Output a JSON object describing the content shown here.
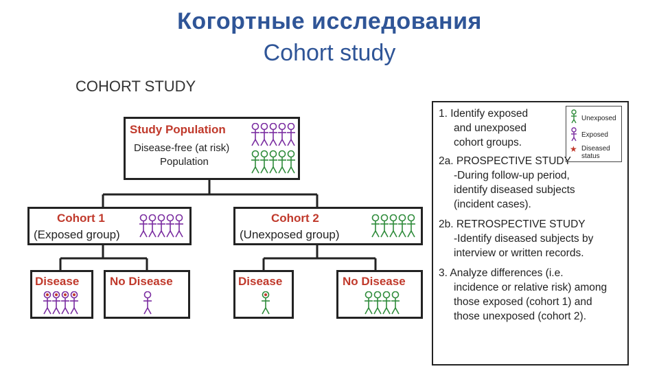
{
  "header": {
    "title_ru": "Когортные исследования",
    "title_en": "Cohort study"
  },
  "diagram": {
    "title": "COHORT STUDY",
    "study_population": {
      "title": "Study Population",
      "line1": "Disease-free (at risk)",
      "line2": "Population"
    },
    "cohort1": {
      "title": "Cohort 1",
      "subtitle": "(Exposed group)"
    },
    "cohort2": {
      "title": "Cohort 2",
      "subtitle": "(Unexposed group)"
    },
    "c1_disease": "Disease",
    "c1_no_disease": "No Disease",
    "c2_disease": "Disease",
    "c2_no_disease": "No Disease"
  },
  "legend": {
    "unexposed": "Unexposed",
    "exposed": "Exposed",
    "diseased": "Diseased status"
  },
  "notes": {
    "step1_a": "1. Identify exposed",
    "step1_b": "and unexposed",
    "step1_c": "cohort groups.",
    "step2a_title": "2a. PROSPECTIVE STUDY",
    "step2a_l1": "-During follow-up period,",
    "step2a_l2": "identify diseased subjects",
    "step2a_l3": "(incident cases).",
    "step2b_title": "2b. RETROSPECTIVE STUDY",
    "step2b_l1": "-Identify diseased subjects by",
    "step2b_l2": "interview or written records.",
    "step3_l1": "3. Analyze differences (i.e.",
    "step3_l2": "incidence or relative risk) among",
    "step3_l3": "those exposed (cohort 1) and",
    "step3_l4": "those unexposed (cohort 2)."
  },
  "colors": {
    "title_blue": "#2f5597",
    "label_red": "#c0392b",
    "exposed_purple": "#7a2ca0",
    "unexposed_green": "#2e8b3a",
    "disease_star": "#c0392b"
  }
}
